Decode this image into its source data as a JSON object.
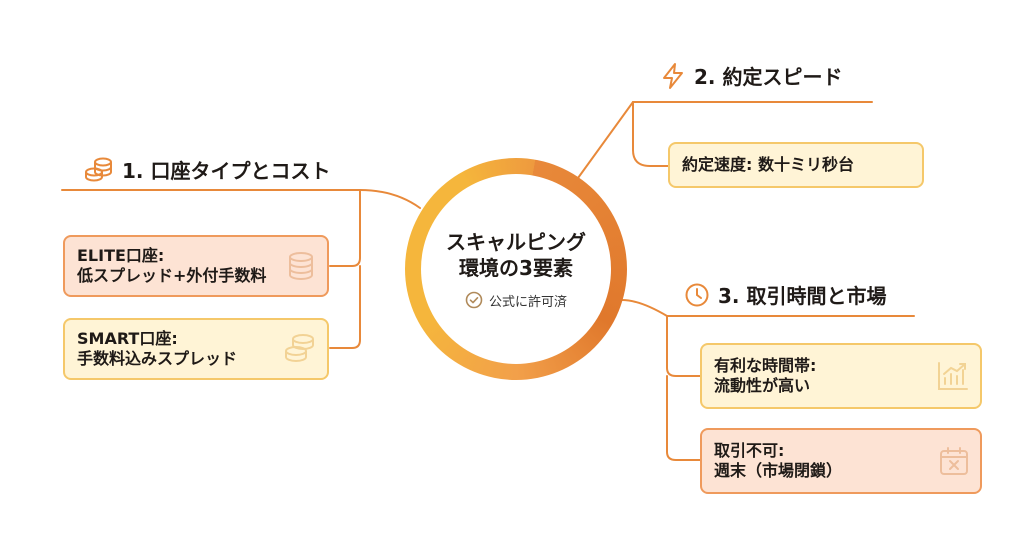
{
  "center": {
    "title_line1": "スキャルピング",
    "title_line2": "環境の3要素",
    "sub": "公式に許可済"
  },
  "branches": {
    "accounts": {
      "heading": "1. 口座タイプとコスト",
      "cards": [
        {
          "line1": "ELITE口座:",
          "line2": "低スプレッド+外付手数料"
        },
        {
          "line1": "SMART口座:",
          "line2": "手数料込みスプレッド"
        }
      ]
    },
    "speed": {
      "heading": "2. 約定スピード",
      "cards": [
        {
          "line1": "約定速度: 数十ミリ秒台"
        }
      ]
    },
    "market": {
      "heading": "3. 取引時間と市場",
      "cards": [
        {
          "line1": "有利な時間帯:",
          "line2": "流動性が高い"
        },
        {
          "line1": "取引不可:",
          "line2": "週末（市場閉鎖）"
        }
      ]
    }
  },
  "colors": {
    "accent": "#e8893a",
    "ring_light": "#f5b63c",
    "ring_dark": "#e0782c",
    "card_pink": "#fde3d4",
    "card_cream": "#fff4d6"
  },
  "icons": {
    "accounts": "coins-icon",
    "speed": "lightning-icon",
    "market": "clock-icon",
    "sub": "check-circle-icon"
  }
}
